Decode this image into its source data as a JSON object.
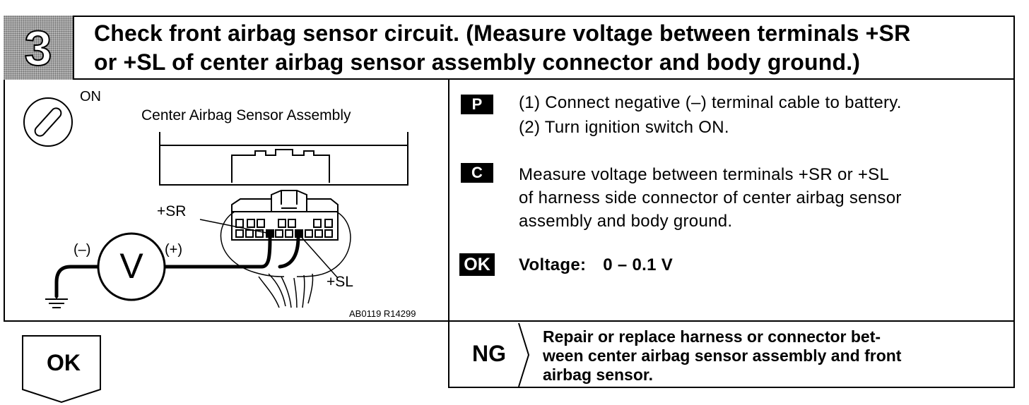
{
  "header": {
    "step_number": "3",
    "title_line1": "Check front airbag sensor circuit. (Measure voltage between terminals +SR",
    "title_line2": "or +SL of center airbag sensor assembly connector and body ground.)"
  },
  "diagram": {
    "ignition_label": "ON",
    "assembly_label": "Center Airbag Sensor Assembly",
    "terminal_sr": "+SR",
    "terminal_sl": "+SL",
    "meter_symbol": "V",
    "meter_negative": "(–)",
    "meter_positive": "(+)",
    "reference_code": "AB0119 R14299",
    "icons": [
      "ignition-key-icon",
      "voltmeter-icon",
      "ground-icon",
      "connector-icon"
    ]
  },
  "instructions": {
    "p_tag": "P",
    "p_line1": "(1) Connect negative (–) terminal cable to battery.",
    "p_line2": "(2) Turn ignition switch ON.",
    "c_tag": "C",
    "c_line1": "Measure voltage between terminals +SR or +SL",
    "c_line2": "of harness side connector of center airbag sensor",
    "c_line3": "assembly and body ground.",
    "ok_tag": "OK",
    "spec_label": "Voltage:",
    "spec_value": "0 – 0.1 V"
  },
  "ng": {
    "label": "NG",
    "line1": "Repair or replace harness or connector bet-",
    "line2": "ween center airbag sensor assembly and front",
    "line3": "airbag sensor."
  },
  "ok_result": {
    "label": "OK"
  }
}
